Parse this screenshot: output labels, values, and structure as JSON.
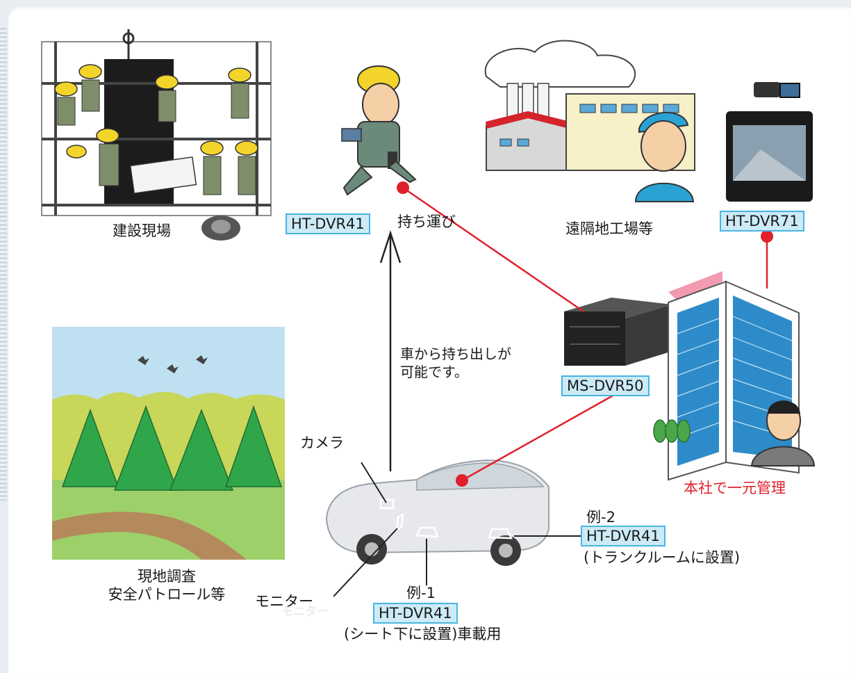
{
  "labels": {
    "construction": "建設現場",
    "portable_model": "HT-DVR41",
    "portable_text": "持ち運び",
    "factory": "遠隔地工場等",
    "hq_model": "HT-DVR71",
    "carry_out_line1": "車から持ち出しが",
    "carry_out_line2": "可能です。",
    "server_model": "MS-DVR50",
    "hq_text": "本社で一元管理",
    "camera": "カメラ",
    "survey_line1": "現地調査",
    "survey_line2": "安全パトロール等",
    "monitor": "モニター",
    "example1_title": "例-1",
    "example1_model": "HT-DVR41",
    "example1_note": "(シート下に設置)車載用",
    "example2_title": "例-2",
    "example2_model": "HT-DVR41",
    "example2_note": "(トランクルームに設置)",
    "car_watermark": "モニター"
  },
  "icons": {
    "construction": "construction-workers-illustration",
    "worker": "walking-worker-illustration",
    "factory": "factory-illustration",
    "hq_device": "video-recorder-monitor-illustration",
    "server": "rack-server-illustration",
    "building": "office-building-illustration",
    "forest": "forest-illustration",
    "car": "car-cutaway-illustration"
  },
  "colors": {
    "connection": "#e0202a",
    "model_fill": "#ccebf7",
    "model_border": "#49b4e0",
    "hq_text": "#e0202a",
    "arrow": "#222222"
  }
}
